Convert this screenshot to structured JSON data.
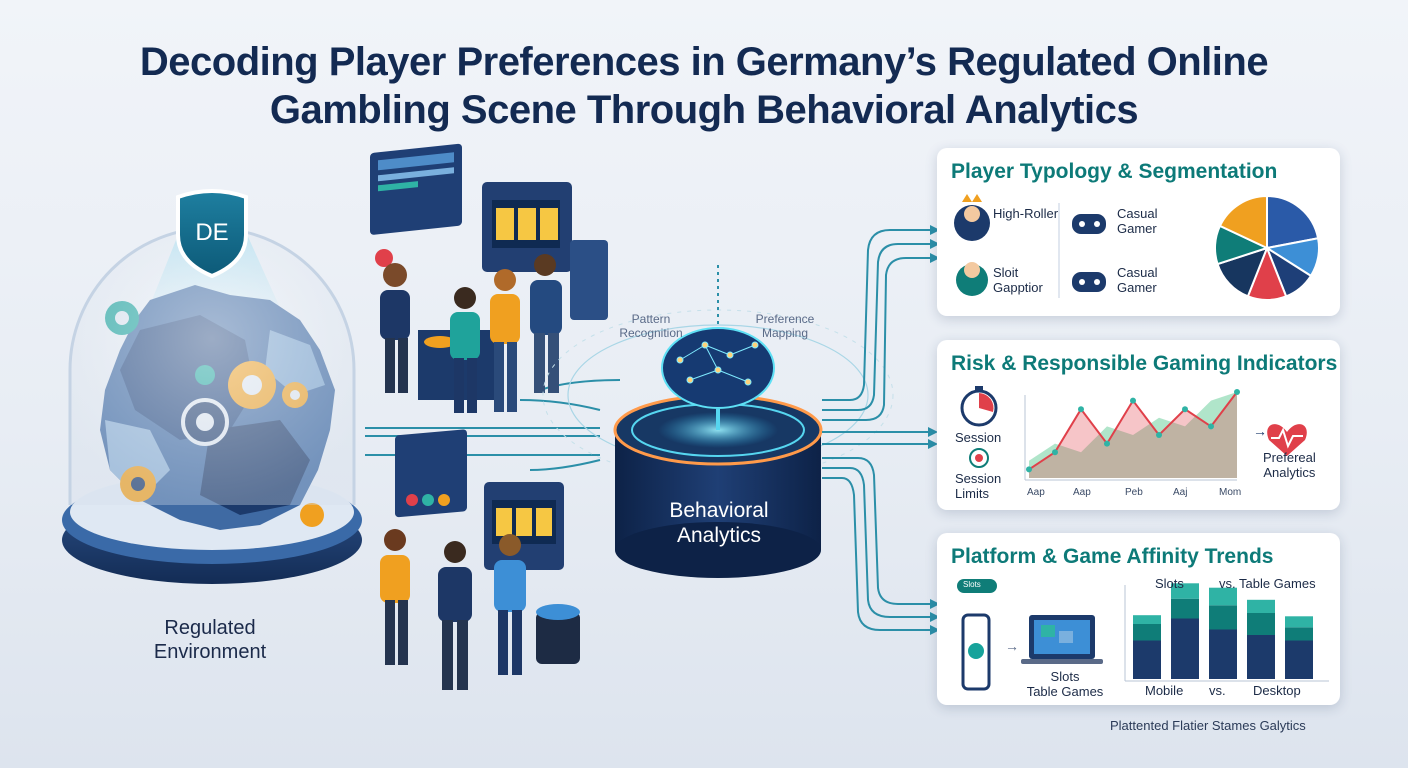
{
  "title": {
    "line1": "Decoding Player Preferences in Germany’s Regulated Online",
    "line2": "Gambling Scene Through Behavioral Analytics"
  },
  "left": {
    "badge": "DE",
    "label_line1": "Regulated",
    "label_line2": "Environment"
  },
  "center": {
    "label_line1": "Behavioral",
    "label_line2": "Analytics",
    "pattern_line1": "Pattern",
    "pattern_line2": "Recognition",
    "preference_line1": "Preference",
    "preference_line2": "Mapping"
  },
  "panel_typology": {
    "title": "Player Typology & Segmentation",
    "high_roller": "High-Roller",
    "casual1_line1": "Casual",
    "casual1_line2": "Gamer",
    "slot_line1": "Sloit",
    "slot_line2": "Gapptior",
    "casual2_line1": "Casual",
    "casual2_line2": "Gamer"
  },
  "panel_risk": {
    "title": "Risk & Responsible Gaming Indicators",
    "session": "Session",
    "session_limits_line1": "Session",
    "session_limits_line2": "Limits",
    "right_line1": "Prefereal",
    "right_line2": "Analytics",
    "x_labels": [
      "Aap",
      "Aap",
      "Peb",
      "Aaj",
      "Mom"
    ]
  },
  "panel_platform": {
    "title": "Platform & Game Affinity Trends",
    "toggle": "Slots",
    "slots_label": "Slots",
    "vs_table": "vs. Table Games",
    "bottom_slots": "Slots",
    "bottom_table": "Table Games",
    "mobile": "Mobile",
    "vs": "vs.",
    "desktop": "Desktop"
  },
  "footer": "Plattented Flatier Stames Galytics",
  "colors": {
    "navy": "#1c3a6b",
    "teal": "#0d7a78",
    "orange": "#f0a020",
    "red": "#e0404a",
    "light_blue": "#5aa0d8"
  },
  "chart_data": [
    {
      "type": "pie",
      "title": "",
      "values": [
        22,
        12,
        10,
        12,
        14,
        12,
        18
      ],
      "colors": [
        "#2a5aa8",
        "#3d8fd6",
        "#1e3f78",
        "#e0404a",
        "#17365f",
        "#0f7d78",
        "#f0a020"
      ]
    },
    {
      "type": "area",
      "title": "",
      "categories": [
        "Aap",
        "Aap",
        "Peb",
        "Aaj",
        "Mom"
      ],
      "series": [
        {
          "values": [
            2,
            4,
            3,
            6,
            5,
            7,
            6,
            9,
            10
          ]
        },
        {
          "values": [
            1,
            3,
            8,
            4,
            9,
            5,
            8,
            6,
            10
          ]
        }
      ]
    },
    {
      "type": "bar",
      "title": "",
      "categories": [
        "",
        "",
        "",
        "",
        ""
      ],
      "series": [
        {
          "values": [
            3.5,
            5.5,
            4.5,
            4.0,
            3.5
          ]
        },
        {
          "values": [
            1.5,
            1.8,
            2.2,
            2.0,
            1.2
          ]
        },
        {
          "values": [
            0.8,
            1.4,
            1.6,
            1.2,
            1.0
          ]
        }
      ]
    }
  ]
}
